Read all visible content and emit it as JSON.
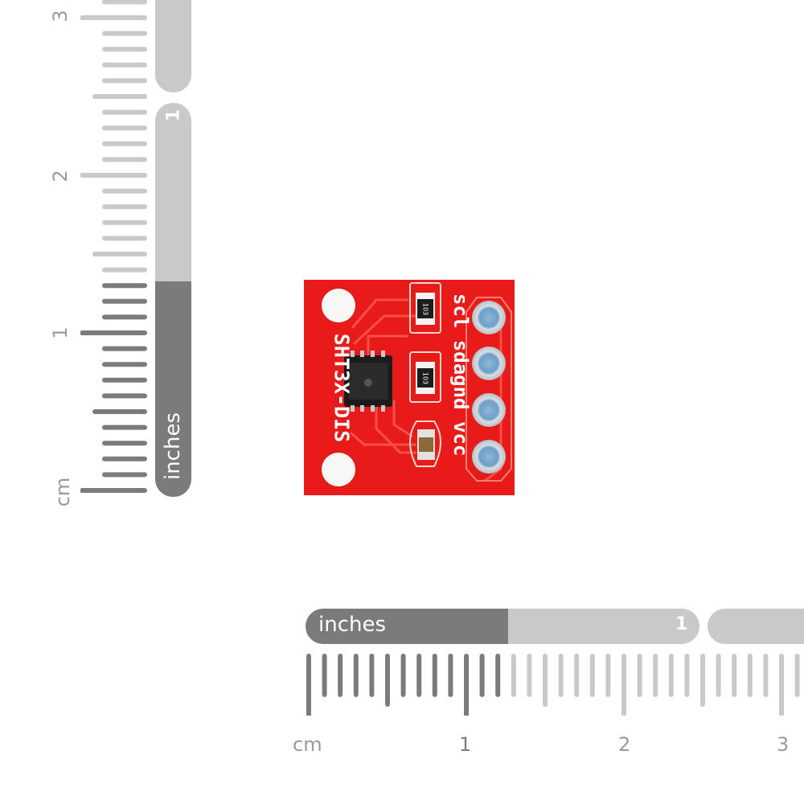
{
  "vertical_ruler": {
    "inches_label": "inches",
    "inch_mark": "1",
    "cm_unit": "cm",
    "cm_numbers": [
      "1",
      "2",
      "3"
    ]
  },
  "horizontal_ruler": {
    "inches_label": "inches",
    "inch_mark": "1",
    "cm_unit": "cm",
    "cm_numbers": [
      "1",
      "2",
      "3"
    ]
  },
  "board": {
    "name_label": "SHT3X-DIS",
    "pins_label": "scl sdagnd vcc",
    "resistor_labels": [
      "103",
      "103"
    ],
    "colors": {
      "pcb": "#e81b1b",
      "pad": "#d9dde3",
      "chip": "#1c1c1c"
    }
  },
  "colors": {
    "ruler_dark": "#7b7b7b",
    "ruler_light": "#c9c9c9",
    "ruler_number": "#9a9a9a"
  }
}
